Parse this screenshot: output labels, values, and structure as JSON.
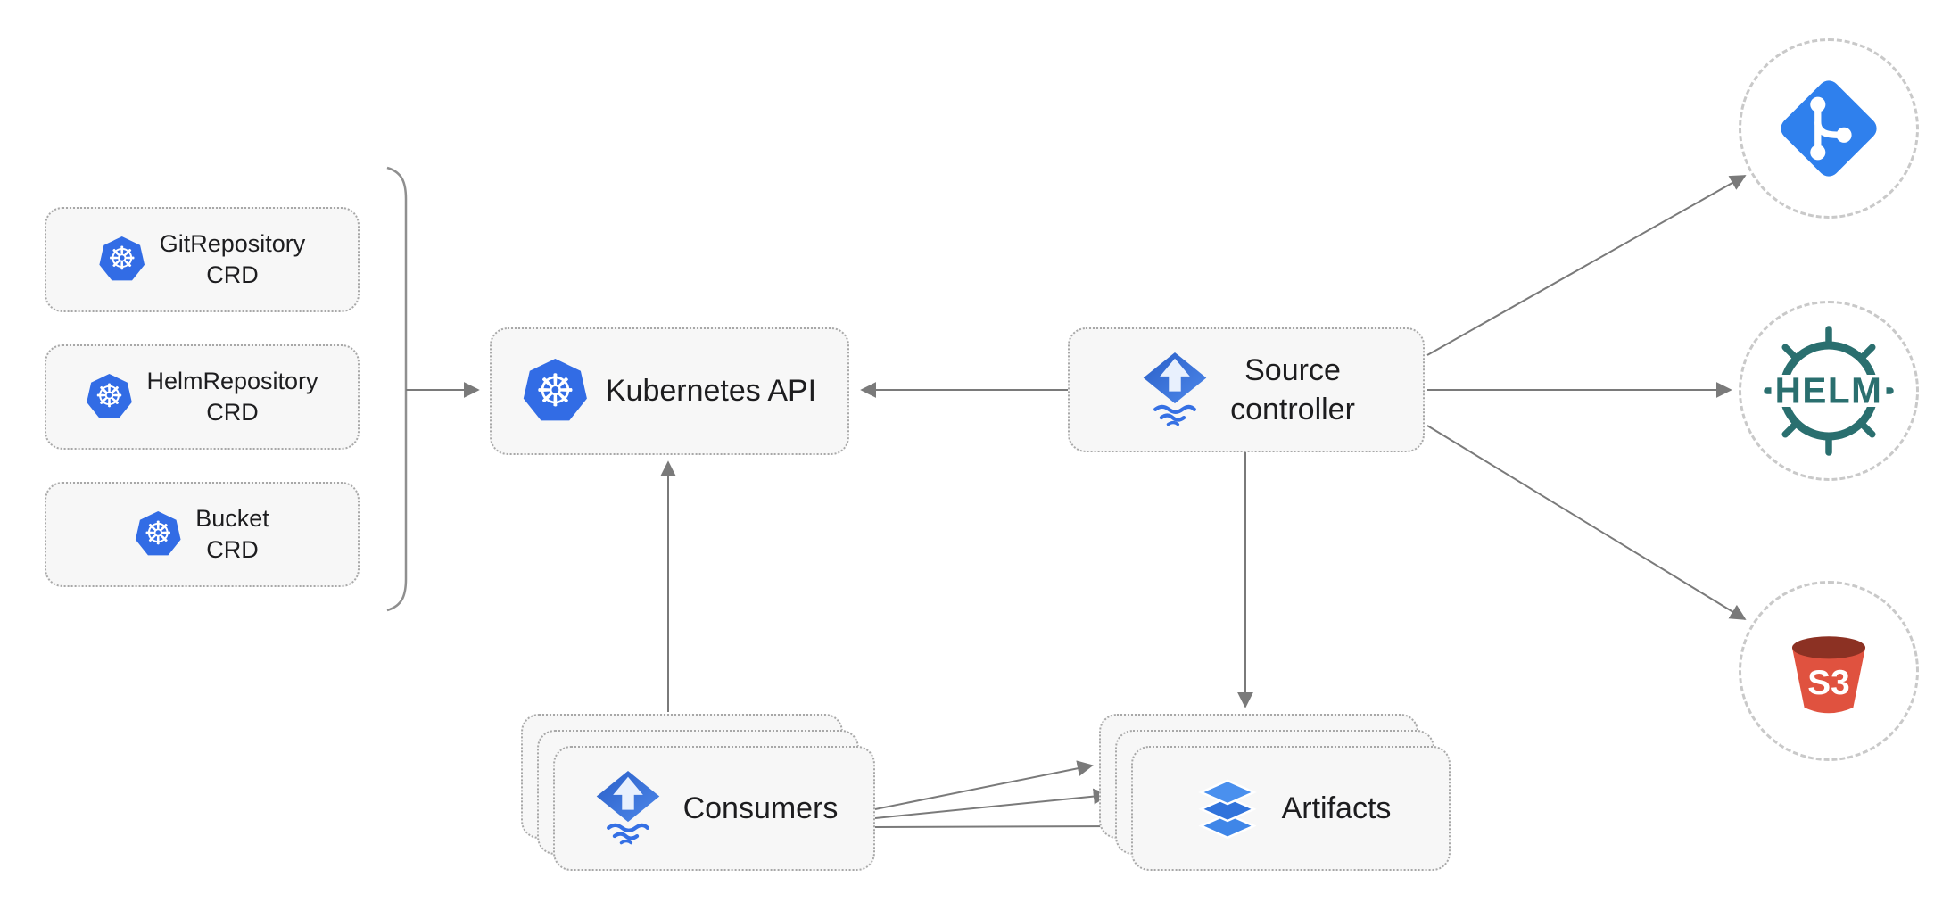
{
  "diagram": {
    "nodes": {
      "git_repository_crd": {
        "line1": "GitRepository",
        "line2": "CRD",
        "icon": "kubernetes-icon"
      },
      "helm_repository_crd": {
        "line1": "HelmRepository",
        "line2": "CRD",
        "icon": "kubernetes-icon"
      },
      "bucket_crd": {
        "line1": "Bucket",
        "line2": "CRD",
        "icon": "kubernetes-icon"
      },
      "kubernetes_api": {
        "label": "Kubernetes API",
        "icon": "kubernetes-icon"
      },
      "source_controller": {
        "line1": "Source",
        "line2": "controller",
        "icon": "flux-icon"
      },
      "consumers": {
        "label": "Consumers",
        "icon": "flux-icon"
      },
      "artifacts": {
        "label": "Artifacts",
        "icon": "layers-icon"
      },
      "git_endpoint": {
        "icon": "git-icon"
      },
      "helm_endpoint": {
        "icon": "helm-icon",
        "label": "HELM"
      },
      "s3_endpoint": {
        "icon": "s3-bucket-icon",
        "label": "S3"
      }
    },
    "icons": {
      "kubernetes_glyph": "☸"
    },
    "edges": [
      {
        "from": "crd-group",
        "to": "kubernetes-api"
      },
      {
        "from": "source-controller",
        "to": "kubernetes-api"
      },
      {
        "from": "source-controller",
        "to": "git-endpoint"
      },
      {
        "from": "source-controller",
        "to": "helm-endpoint"
      },
      {
        "from": "source-controller",
        "to": "s3-endpoint"
      },
      {
        "from": "source-controller",
        "to": "artifacts"
      },
      {
        "from": "consumers",
        "to": "kubernetes-api"
      },
      {
        "from": "consumers",
        "to": "artifacts"
      },
      {
        "from": "consumers",
        "to": "artifacts"
      },
      {
        "from": "consumers",
        "to": "artifacts"
      }
    ],
    "colors": {
      "kubernetes_blue": "#326ce5",
      "flux_blue_dark": "#2a5fc8",
      "flux_blue_light": "#4e88ea",
      "git_blue": "#2f80ed",
      "helm_teal": "#2a6f6f",
      "s3_red": "#e0523f",
      "s3_dark_red": "#8c3123",
      "layers_blue": "#3f86e8",
      "box_fill": "#f7f7f7",
      "box_border": "#a8a8a8",
      "arrow_gray": "#7a7a7a",
      "text": "#1d1d1f"
    }
  }
}
